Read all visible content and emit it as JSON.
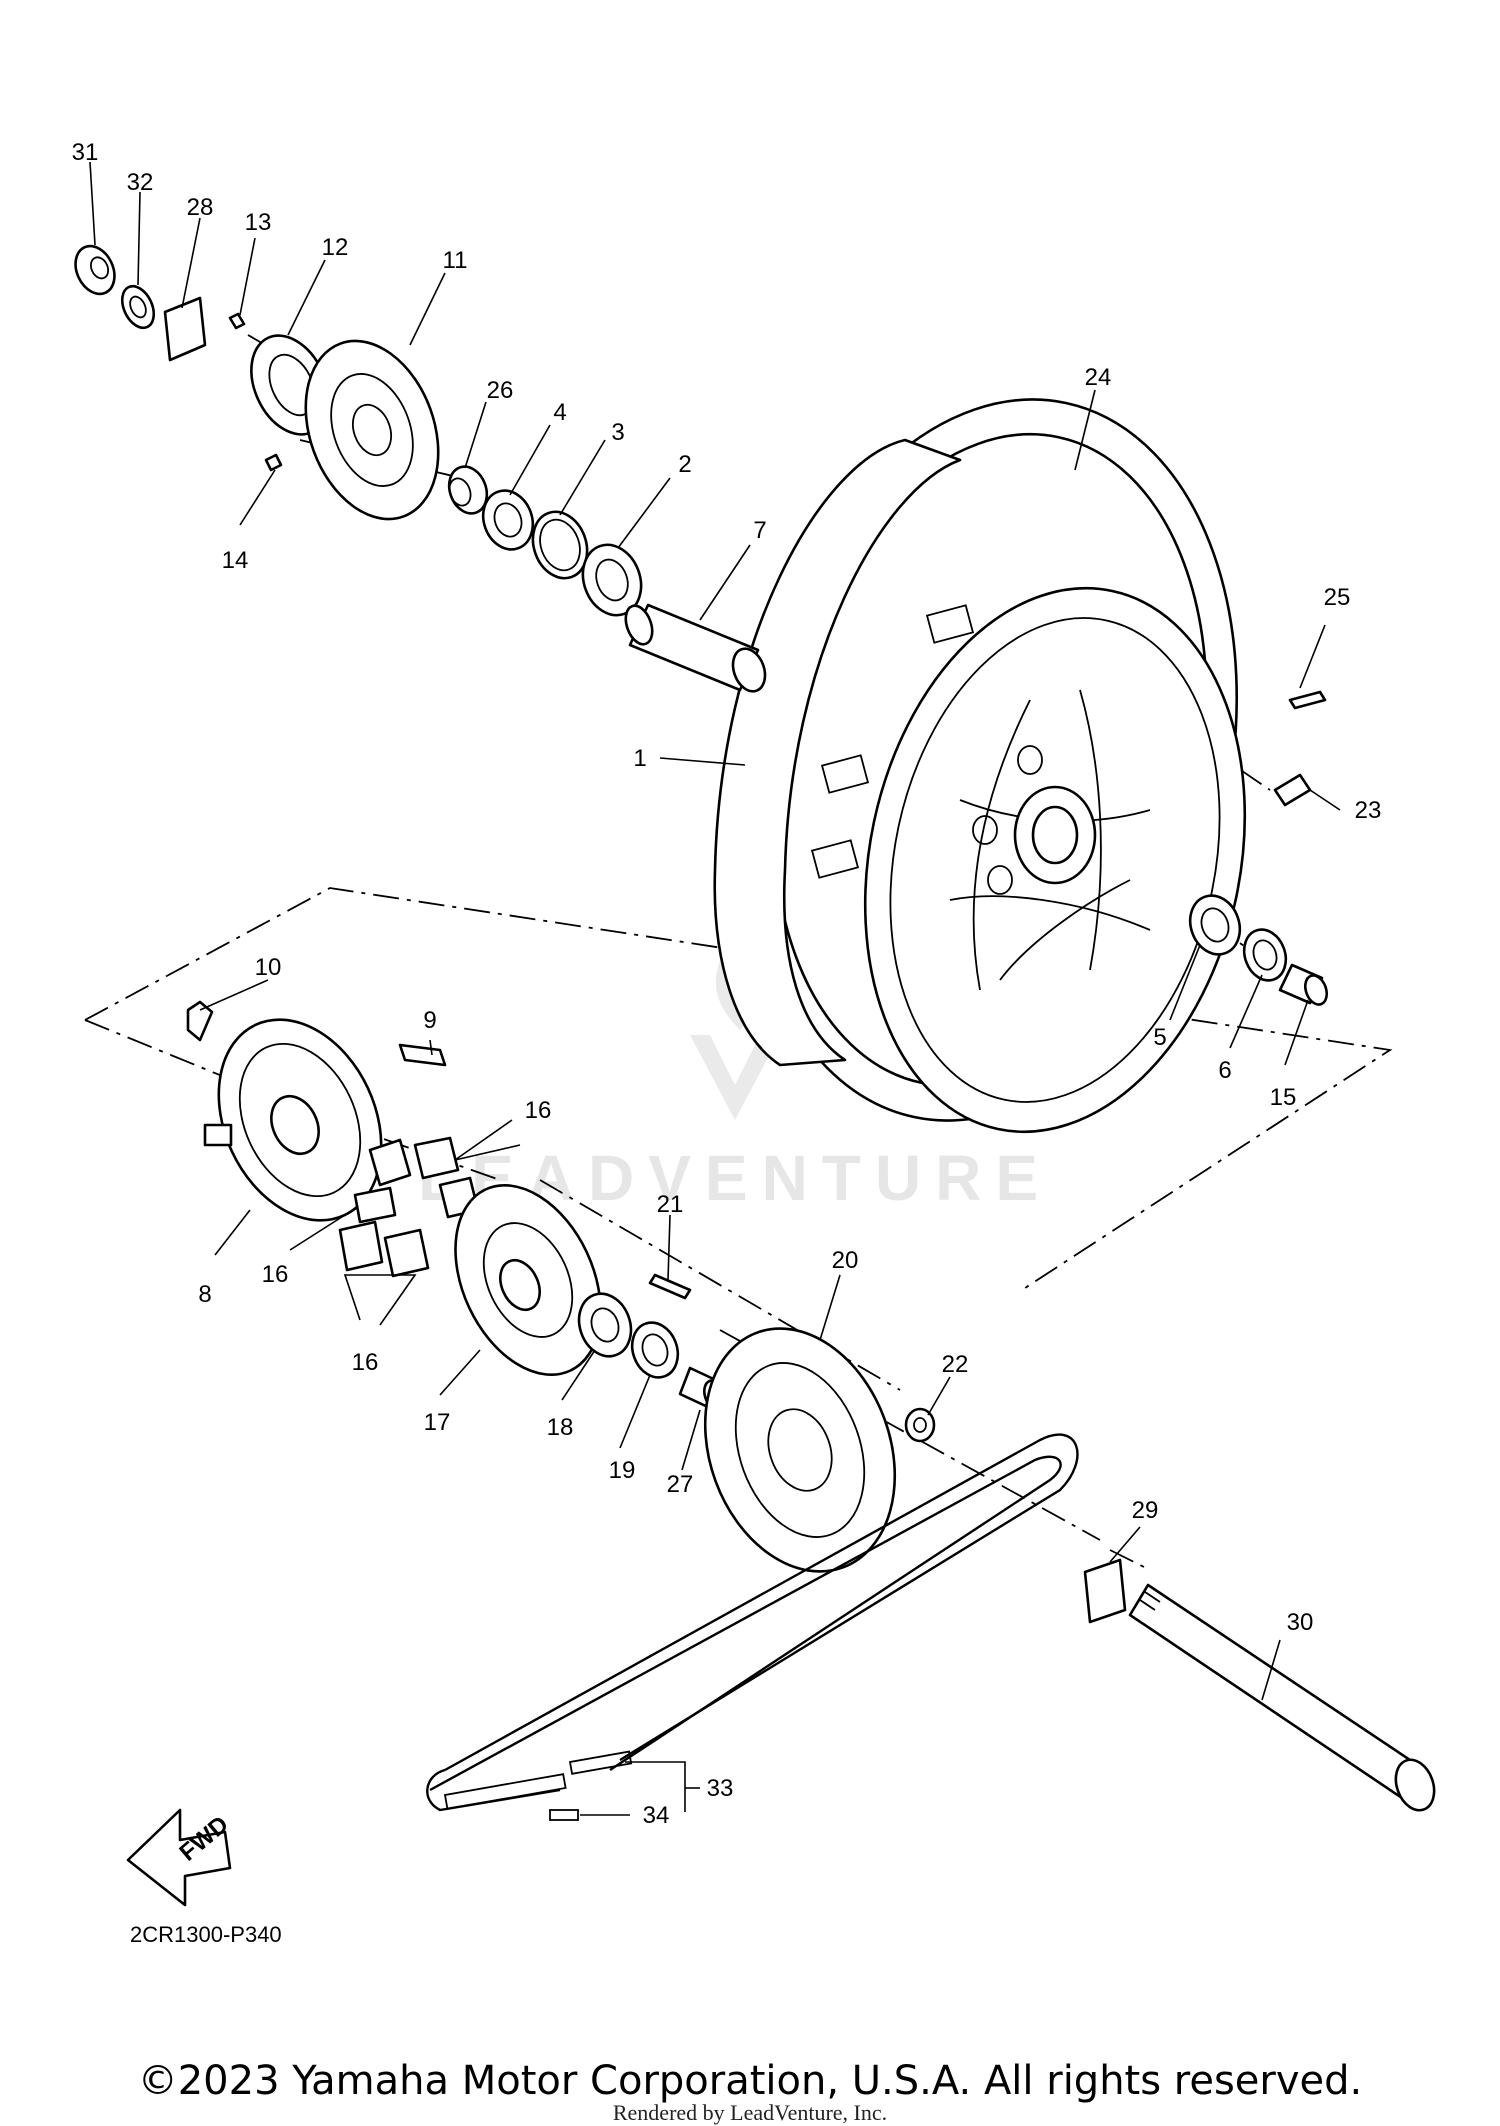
{
  "diagram": {
    "callouts": [
      {
        "id": "c1",
        "label": "1"
      },
      {
        "id": "c2",
        "label": "2"
      },
      {
        "id": "c3",
        "label": "3"
      },
      {
        "id": "c4",
        "label": "4"
      },
      {
        "id": "c5",
        "label": "5"
      },
      {
        "id": "c6",
        "label": "6"
      },
      {
        "id": "c7",
        "label": "7"
      },
      {
        "id": "c8",
        "label": "8"
      },
      {
        "id": "c9",
        "label": "9"
      },
      {
        "id": "c10",
        "label": "10"
      },
      {
        "id": "c11",
        "label": "11"
      },
      {
        "id": "c12",
        "label": "12"
      },
      {
        "id": "c13",
        "label": "13"
      },
      {
        "id": "c14",
        "label": "14"
      },
      {
        "id": "c15",
        "label": "15"
      },
      {
        "id": "c16a",
        "label": "16"
      },
      {
        "id": "c16b",
        "label": "16"
      },
      {
        "id": "c16c",
        "label": "16"
      },
      {
        "id": "c17",
        "label": "17"
      },
      {
        "id": "c18",
        "label": "18"
      },
      {
        "id": "c19",
        "label": "19"
      },
      {
        "id": "c20",
        "label": "20"
      },
      {
        "id": "c21",
        "label": "21"
      },
      {
        "id": "c22",
        "label": "22"
      },
      {
        "id": "c23",
        "label": "23"
      },
      {
        "id": "c24",
        "label": "24"
      },
      {
        "id": "c25",
        "label": "25"
      },
      {
        "id": "c26",
        "label": "26"
      },
      {
        "id": "c27",
        "label": "27"
      },
      {
        "id": "c28",
        "label": "28"
      },
      {
        "id": "c29",
        "label": "29"
      },
      {
        "id": "c30",
        "label": "30"
      },
      {
        "id": "c31",
        "label": "31"
      },
      {
        "id": "c32",
        "label": "32"
      },
      {
        "id": "c33",
        "label": "33"
      },
      {
        "id": "c34",
        "label": "34"
      }
    ],
    "fwd_label": "FWD",
    "diagram_code": "2CR1300-P340",
    "watermark_text": "LEADVENTURE"
  },
  "footer": {
    "copyright": "©2023 Yamaha Motor Corporation, U.S.A. All rights reserved.",
    "rendered_by": "Rendered by LeadVenture, Inc."
  }
}
